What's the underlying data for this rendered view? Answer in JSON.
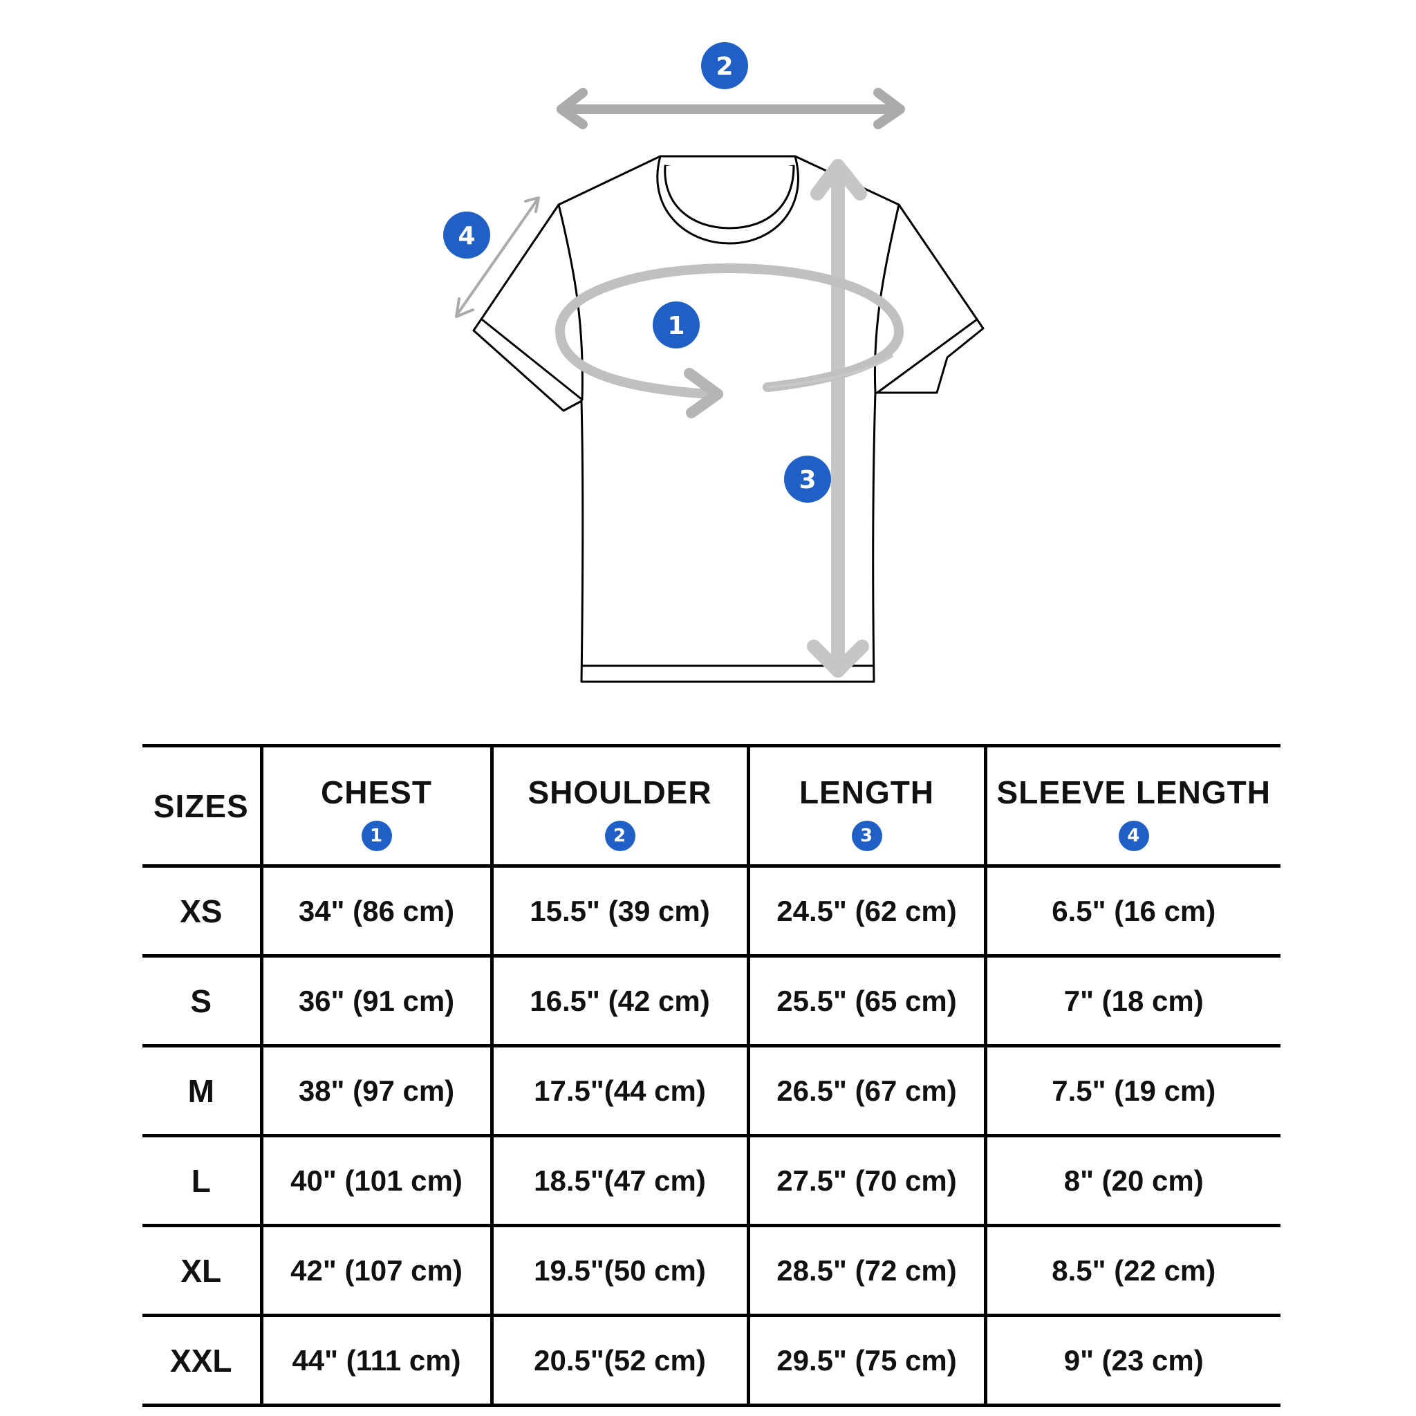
{
  "colors": {
    "accent": "#1f5fc6",
    "arrow": "#ababab",
    "outline": "#000000"
  },
  "diagram": {
    "icon": "tshirt-outline",
    "markers": [
      {
        "number": "1",
        "meaning": "chest"
      },
      {
        "number": "2",
        "meaning": "shoulder"
      },
      {
        "number": "3",
        "meaning": "length"
      },
      {
        "number": "4",
        "meaning": "sleeve-length"
      }
    ]
  },
  "table": {
    "headers": [
      {
        "label": "SIZES",
        "badge": ""
      },
      {
        "label": "CHEST",
        "badge": "1"
      },
      {
        "label": "SHOULDER",
        "badge": "2"
      },
      {
        "label": "LENGTH",
        "badge": "3"
      },
      {
        "label": "SLEEVE LENGTH",
        "badge": "4"
      }
    ],
    "rows": [
      [
        "XS",
        "34\" (86 cm)",
        "15.5\" (39 cm)",
        "24.5\" (62 cm)",
        "6.5\" (16 cm)"
      ],
      [
        "S",
        "36\" (91 cm)",
        "16.5\" (42 cm)",
        "25.5\" (65 cm)",
        "7\" (18 cm)"
      ],
      [
        "M",
        "38\" (97 cm)",
        "17.5\"(44 cm)",
        "26.5\" (67 cm)",
        "7.5\" (19 cm)"
      ],
      [
        "L",
        "40\" (101 cm)",
        "18.5\"(47 cm)",
        "27.5\" (70 cm)",
        "8\" (20 cm)"
      ],
      [
        "XL",
        "42\" (107 cm)",
        "19.5\"(50 cm)",
        "28.5\" (72 cm)",
        "8.5\" (22 cm)"
      ],
      [
        "XXL",
        "44\" (111 cm)",
        "20.5\"(52 cm)",
        "29.5\" (75 cm)",
        "9\" (23 cm)"
      ]
    ]
  }
}
